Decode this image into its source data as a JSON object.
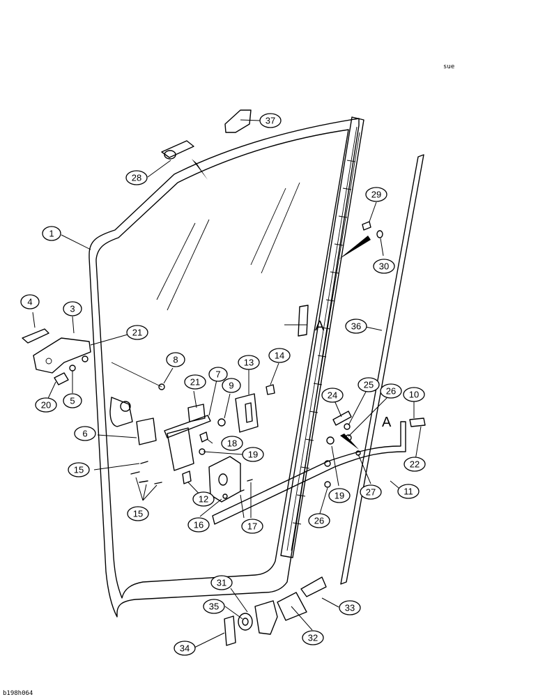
{
  "header_code": "sue",
  "footer_code": "b198h064",
  "section_marks": [
    "A",
    "A"
  ],
  "callouts": [
    {
      "id": "c1",
      "label": "1"
    },
    {
      "id": "c3",
      "label": "3"
    },
    {
      "id": "c4",
      "label": "4"
    },
    {
      "id": "c5",
      "label": "5"
    },
    {
      "id": "c6",
      "label": "6"
    },
    {
      "id": "c7",
      "label": "7"
    },
    {
      "id": "c8",
      "label": "8"
    },
    {
      "id": "c9",
      "label": "9"
    },
    {
      "id": "c10",
      "label": "10"
    },
    {
      "id": "c11",
      "label": "11"
    },
    {
      "id": "c12",
      "label": "12"
    },
    {
      "id": "c13",
      "label": "13"
    },
    {
      "id": "c14",
      "label": "14"
    },
    {
      "id": "c15a",
      "label": "15"
    },
    {
      "id": "c15b",
      "label": "15"
    },
    {
      "id": "c16",
      "label": "16"
    },
    {
      "id": "c17",
      "label": "17"
    },
    {
      "id": "c18",
      "label": "18"
    },
    {
      "id": "c19a",
      "label": "19"
    },
    {
      "id": "c19b",
      "label": "19"
    },
    {
      "id": "c20",
      "label": "20"
    },
    {
      "id": "c21a",
      "label": "21"
    },
    {
      "id": "c21b",
      "label": "21"
    },
    {
      "id": "c22",
      "label": "22"
    },
    {
      "id": "c24",
      "label": "24"
    },
    {
      "id": "c25",
      "label": "25"
    },
    {
      "id": "c26a",
      "label": "26"
    },
    {
      "id": "c26b",
      "label": "26"
    },
    {
      "id": "c27",
      "label": "27"
    },
    {
      "id": "c28",
      "label": "28"
    },
    {
      "id": "c29",
      "label": "29"
    },
    {
      "id": "c30",
      "label": "30"
    },
    {
      "id": "c31",
      "label": "31"
    },
    {
      "id": "c32",
      "label": "32"
    },
    {
      "id": "c33",
      "label": "33"
    },
    {
      "id": "c34",
      "label": "34"
    },
    {
      "id": "c35",
      "label": "35"
    },
    {
      "id": "c36",
      "label": "36"
    },
    {
      "id": "c37",
      "label": "37"
    }
  ]
}
